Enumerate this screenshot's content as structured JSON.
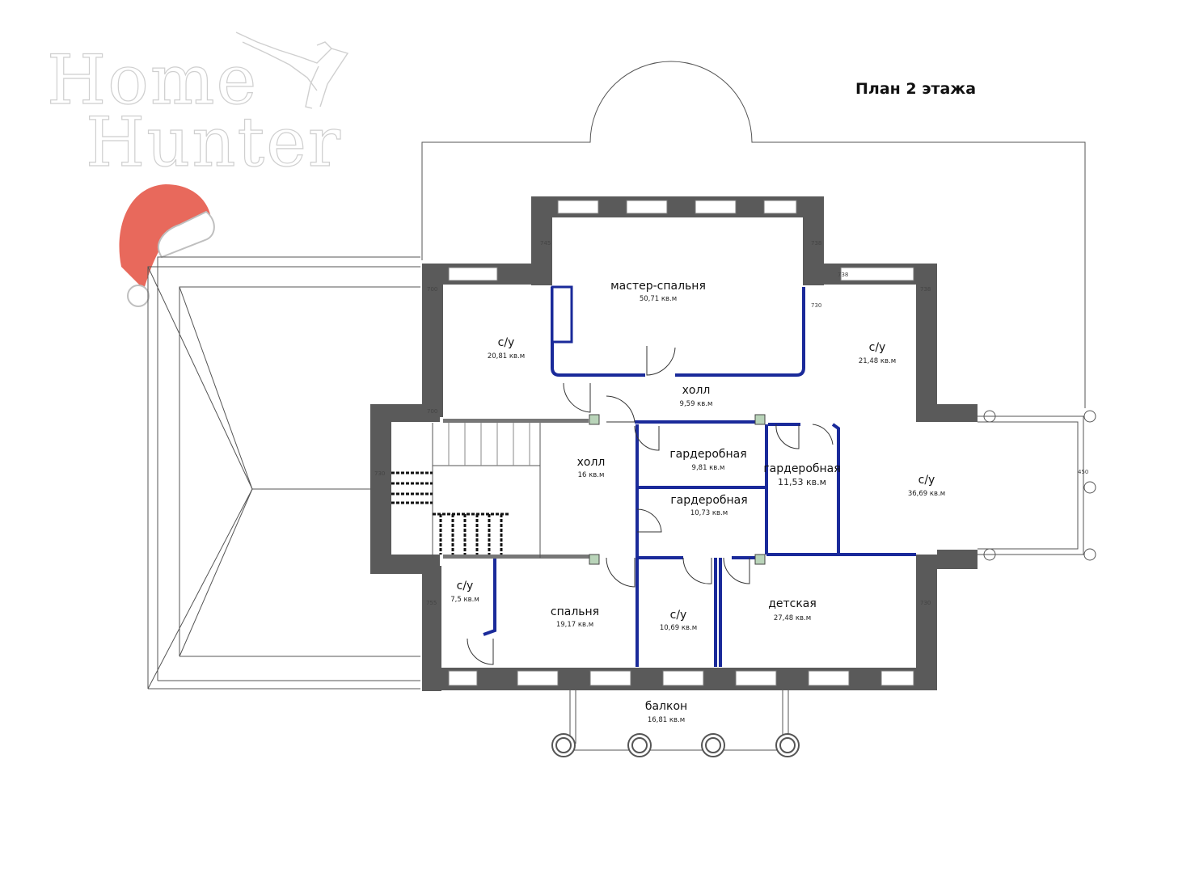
{
  "title": "План 2 этажа",
  "logo": {
    "line1": "Home",
    "line2": "Hunter"
  },
  "icons": [
    "santa-hat-icon",
    "eagle-icon"
  ],
  "colors": {
    "wall": "#5a5a5a",
    "partition": "#1a2a9a",
    "hat_red": "#e8695c"
  },
  "rooms": [
    {
      "id": "master",
      "name": "мастер-спальня",
      "area": "50,71 кв.м"
    },
    {
      "id": "bath-left",
      "name": "с/у",
      "area": "20,81 кв.м"
    },
    {
      "id": "bath-right",
      "name": "с/у",
      "area": "21,48 кв.м"
    },
    {
      "id": "hall-top",
      "name": "холл",
      "area": "9,59 кв.м"
    },
    {
      "id": "hall-main",
      "name": "холл",
      "area": "16 кв.м"
    },
    {
      "id": "wardrobe-1",
      "name": "гардеробная",
      "area": "9,81 кв.м"
    },
    {
      "id": "wardrobe-2",
      "name": "гардеробная",
      "area": "11,53 кв.м"
    },
    {
      "id": "wardrobe-3",
      "name": "гардеробная",
      "area": "10,73 кв.м"
    },
    {
      "id": "bath-east",
      "name": "с/у",
      "area": "36,69 кв.м"
    },
    {
      "id": "bath-small",
      "name": "с/у",
      "area": "7,5 кв.м"
    },
    {
      "id": "bedroom",
      "name": "спальня",
      "area": "19,17 кв.м"
    },
    {
      "id": "bath-mid",
      "name": "с/у",
      "area": "10,69 кв.м"
    },
    {
      "id": "nursery",
      "name": "детская",
      "area": "27,48 кв.м"
    },
    {
      "id": "balcony",
      "name": "балкон",
      "area": "16,81 кв.м"
    }
  ],
  "dimensions": [
    "745",
    "738",
    "700",
    "738",
    "738",
    "730",
    "700",
    "730",
    "755",
    "730",
    "450"
  ]
}
